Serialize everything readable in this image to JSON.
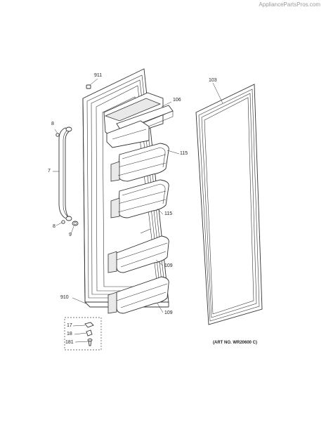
{
  "watermark": "AppliancePartsPros.com",
  "callouts": {
    "c911": "911",
    "c106": "106",
    "c103": "103",
    "c115a": "115",
    "c115b": "115",
    "c109a": "109",
    "c109b": "109",
    "c8a": "8",
    "c7": "7",
    "c8b": "8",
    "c9": "9",
    "c910": "910",
    "c17": "17",
    "c18": "18",
    "c181": "181"
  },
  "art_number": "(ART NO. WR20600 C)"
}
